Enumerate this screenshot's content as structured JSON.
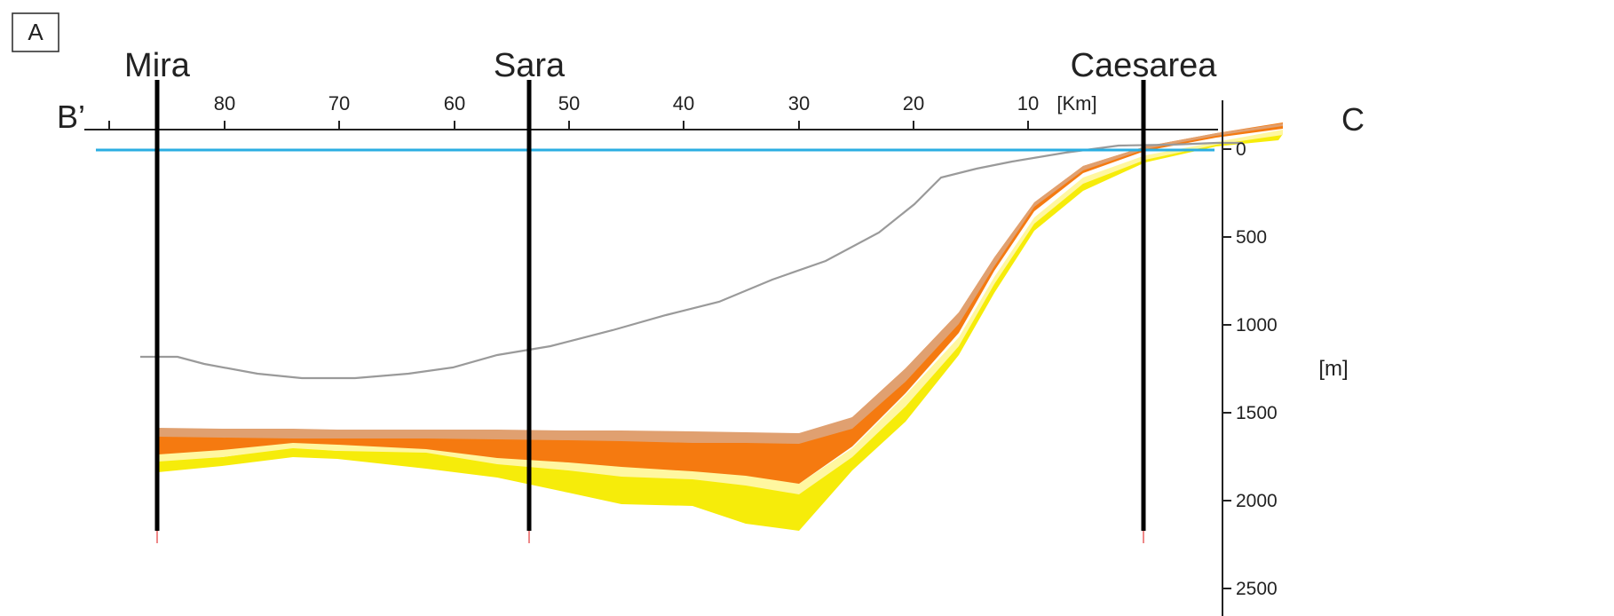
{
  "panel": {
    "label": "A"
  },
  "profile": {
    "start_label": "B’",
    "end_label": "C",
    "x_unit": "[Km]",
    "y_unit": "[m]",
    "x_ticks": [
      "80",
      "70",
      "60",
      "50",
      "40",
      "30",
      "20",
      "10"
    ],
    "y_ticks": [
      "0",
      "500",
      "1000",
      "1500",
      "2000",
      "2500"
    ]
  },
  "wells": [
    {
      "name": "Mira"
    },
    {
      "name": "Sara"
    },
    {
      "name": "Caesarea"
    }
  ],
  "colors": {
    "sea_level": "#2aaee2",
    "upper_layer": "#e0a070",
    "orange_layer": "#f57a10",
    "light_yellow_layer": "#fff7a0",
    "yellow_layer": "#f6ec0a",
    "seafloor_line": "#9a9a9a",
    "well": "#000000"
  }
}
